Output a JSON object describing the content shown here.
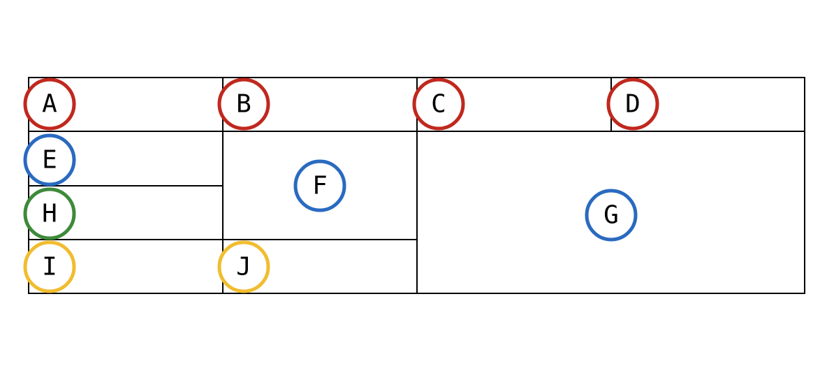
{
  "colors": {
    "red": "#c0281e",
    "blue": "#2a6ac0",
    "green": "#3d8a3a",
    "yellow": "#f0bd30",
    "line": "#000000"
  },
  "cells": [
    {
      "label": "A",
      "color": "red"
    },
    {
      "label": "B",
      "color": "red"
    },
    {
      "label": "C",
      "color": "red"
    },
    {
      "label": "D",
      "color": "red"
    },
    {
      "label": "E",
      "color": "blue"
    },
    {
      "label": "F",
      "color": "blue"
    },
    {
      "label": "G",
      "color": "blue"
    },
    {
      "label": "H",
      "color": "green"
    },
    {
      "label": "I",
      "color": "yellow"
    },
    {
      "label": "J",
      "color": "yellow"
    }
  ]
}
